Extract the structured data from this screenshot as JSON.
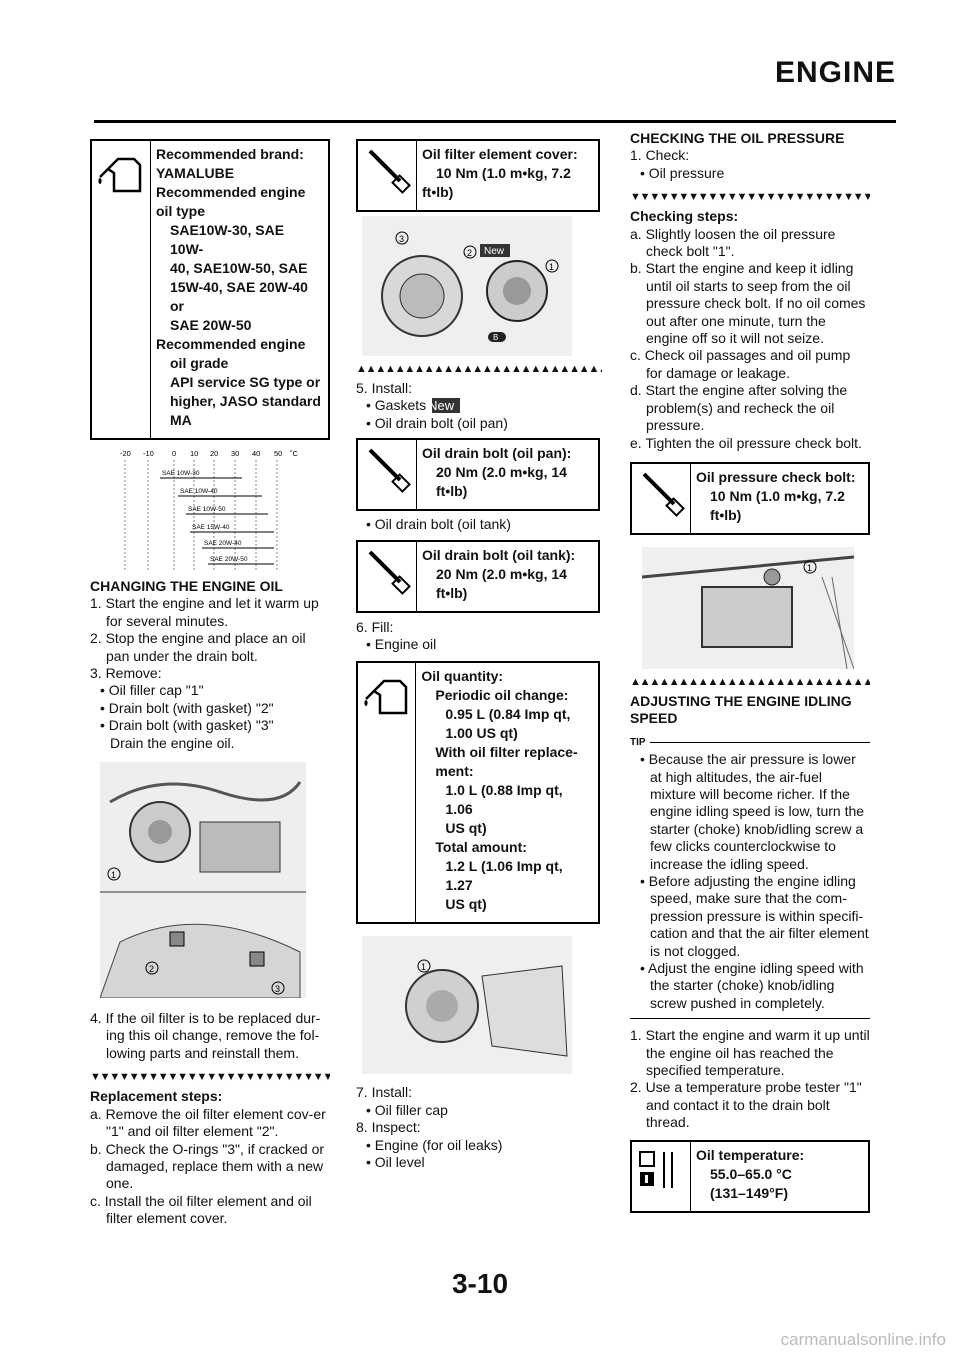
{
  "header": {
    "title": "ENGINE"
  },
  "page_number": "3-10",
  "watermark": "carmanualsonline.info",
  "col1": {
    "oil_spec": {
      "line1": "Recommended brand:",
      "line2": "YAMALUBE",
      "line3": "Recommended engine",
      "line4": "oil type",
      "line5": "SAE10W-30, SAE 10W-",
      "line6": "40, SAE10W-50, SAE",
      "line7": "15W-40, SAE 20W-40 or",
      "line8": "SAE 20W-50",
      "line9": "Recommended engine",
      "line10": "oil grade",
      "line11": "API service SG type or",
      "line12": "higher, JASO standard",
      "line13": "MA"
    },
    "temp_chart": {
      "ticks": [
        "-20",
        "-10",
        "0",
        "10",
        "20",
        "30",
        "40",
        "50",
        "˚C"
      ],
      "bars": [
        "SAE 10W-30",
        "SAE 10W-40",
        "SAE 10W-50",
        "SAE 15W-40",
        "SAE 20W-40",
        "SAE 20W-50"
      ]
    },
    "heading": "CHANGING THE ENGINE OIL",
    "s1": "1.  Start the engine and let it warm up for several minutes.",
    "s2": "2.  Stop the engine and place an oil pan under the drain bolt.",
    "s3": "3.  Remove:",
    "s3a": "• Oil filler cap \"1\"",
    "s3b": "• Drain bolt (with gasket) \"2\"",
    "s3c": "• Drain bolt (with gasket) \"3\"",
    "s3d": "Drain the engine oil.",
    "photo1_callout": "1",
    "photo2_callout2": "2",
    "photo2_callout3": "3",
    "s4": "4.  If the oil filter is to be replaced dur-ing this oil change, remove the fol-lowing parts and reinstall them.",
    "tri": "▼▼▼▼▼▼▼▼▼▼▼▼▼▼▼▼▼▼▼▼▼▼▼▼▼▼▼▼",
    "repl_heading": "Replacement steps:",
    "ra": "a.  Remove the oil filter element cov-er \"1\" and oil filter element \"2\".",
    "rb": "b.  Check the O-rings \"3\", if cracked or damaged, replace them with a new one.",
    "rc": "c.  Install the oil filter element and oil filter element cover."
  },
  "col2": {
    "torque1": {
      "l1": "Oil filter element cover:",
      "l2": "10 Nm (1.0 m•kg, 7.2",
      "l3": "ft•lb)"
    },
    "photo3": {
      "c1": "1",
      "c2": "2",
      "c3": "3",
      "new": "New",
      "b": "B"
    },
    "tri_up": "▲▲▲▲▲▲▲▲▲▲▲▲▲▲▲▲▲▲▲▲▲▲▲▲▲▲",
    "s5": "5.  Install:",
    "s5a": "• Gaskets",
    "s5a_new": "New",
    "s5b": "• Oil drain bolt (oil pan)",
    "torque2": {
      "l1": "Oil drain bolt (oil pan):",
      "l2": "20 Nm (2.0 m•kg, 14",
      "l3": "ft•lb)"
    },
    "s5c": "• Oil drain bolt (oil tank)",
    "torque3": {
      "l1": "Oil drain bolt (oil tank):",
      "l2": "20 Nm (2.0 m•kg, 14",
      "l3": "ft•lb)"
    },
    "s6": "6.  Fill:",
    "s6a": "• Engine oil",
    "qty": {
      "l1": "Oil quantity:",
      "l2": "Periodic oil change:",
      "l3": "0.95 L (0.84 Imp qt,",
      "l4": "1.00 US qt)",
      "l5": "With oil filter replace-",
      "l6": "ment:",
      "l7": "1.0 L (0.88 Imp qt, 1.06",
      "l8": "US qt)",
      "l9": "Total amount:",
      "l10": "1.2 L (1.06 Imp qt, 1.27",
      "l11": "US qt)"
    },
    "photo4_callout": "1",
    "s7": "7.  Install:",
    "s7a": "• Oil filler cap",
    "s8": "8.  Inspect:",
    "s8a": "• Engine (for oil leaks)",
    "s8b": "• Oil level"
  },
  "col3": {
    "heading1": "CHECKING THE OIL PRESSURE",
    "s1": "1.  Check:",
    "s1a": "• Oil pressure",
    "tri": "▼▼▼▼▼▼▼▼▼▼▼▼▼▼▼▼▼▼▼▼▼▼▼▼▼▼▼▼",
    "chk_heading": "Checking steps:",
    "ca": "a.  Slightly loosen the oil pressure check bolt \"1\".",
    "cb": "b.  Start the engine and keep it idling until oil starts to seep from the oil pressure check bolt. If no oil comes out after one minute, turn the engine off so it will not seize.",
    "cc": "c.  Check oil passages and oil pump for damage or leakage.",
    "cd": "d.  Start the engine after solving the problem(s) and recheck the oil pressure.",
    "ce": "e.  Tighten the oil pressure check bolt.",
    "torque": {
      "l1": "Oil pressure check bolt:",
      "l2": "10 Nm (1.0 m•kg, 7.2",
      "l3": "ft•lb)"
    },
    "photo5_callout": "1",
    "tri_up": "▲▲▲▲▲▲▲▲▲▲▲▲▲▲▲▲▲▲▲▲▲▲▲▲▲▲",
    "heading2": "ADJUSTING THE ENGINE IDLING SPEED",
    "tip_label": "TIP",
    "t1": "• Because the air pressure is lower at high altitudes, the air-fuel mixture will become richer. If the engine idling speed is low, turn the starter (choke) knob/idling screw a few clicks counterclockwise to increase the idling speed.",
    "t2": "• Before adjusting the engine idling speed, make sure that the com-pression pressure is within specifi-cation and that the air filter element is not clogged.",
    "t3": "• Adjust the engine idling speed with the starter (choke) knob/idling screw pushed in completely.",
    "s1b": "1.  Start the engine and warm it up until the engine oil has reached the specified temperature.",
    "s2b": "2.  Use a temperature probe tester \"1\" and contact it to the drain bolt thread.",
    "temp": {
      "l1": "Oil temperature:",
      "l2": "55.0–65.0 °C",
      "l3": "(131–149°F)"
    }
  }
}
